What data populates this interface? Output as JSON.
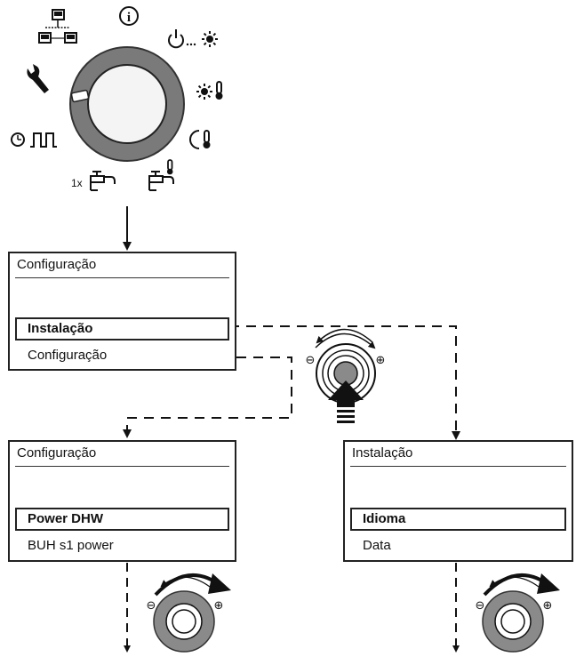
{
  "icons": [
    {
      "name": "network-icon"
    },
    {
      "name": "info-icon",
      "glyph": "i"
    },
    {
      "name": "standby-sun-icon"
    },
    {
      "name": "comfort-temperature-icon"
    },
    {
      "name": "reduced-temperature-icon"
    },
    {
      "name": "dhw-temperature-icon"
    },
    {
      "name": "dhw-once-icon",
      "prefix": "1x"
    },
    {
      "name": "time-program-icon"
    },
    {
      "name": "wrench-icon"
    }
  ],
  "panels": {
    "main": {
      "title": "Configuração",
      "selected": "Instalação",
      "next": "Configuração"
    },
    "config": {
      "title": "Configuração",
      "selected": "Power DHW",
      "next": "BUH s1 power"
    },
    "install": {
      "title": "Instalação",
      "selected": "Idioma",
      "next": "Data"
    }
  },
  "knob_symbols": {
    "minus": "⊖",
    "plus": "⊕"
  }
}
